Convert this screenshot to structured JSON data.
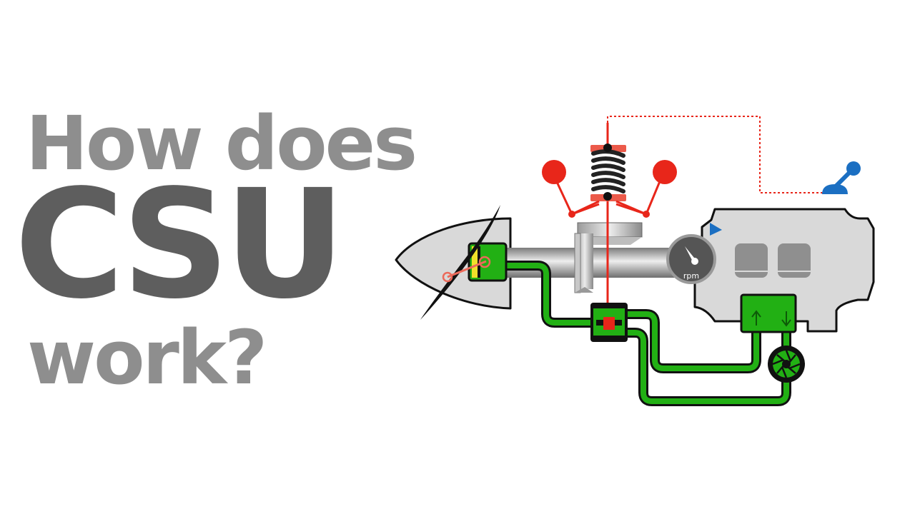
{
  "title": {
    "line1": "How does",
    "line2": "CSU",
    "line3": "work?"
  },
  "diagram": {
    "gauge_label": "rpm"
  },
  "colors": {
    "title_light": "#8e8e8e",
    "title_dark": "#5e5e5e",
    "oil": "#22b014",
    "governor": "#e8261a",
    "control_lever": "#1b6fc2",
    "housing": "#d9d9d9",
    "outline": "#111111"
  }
}
